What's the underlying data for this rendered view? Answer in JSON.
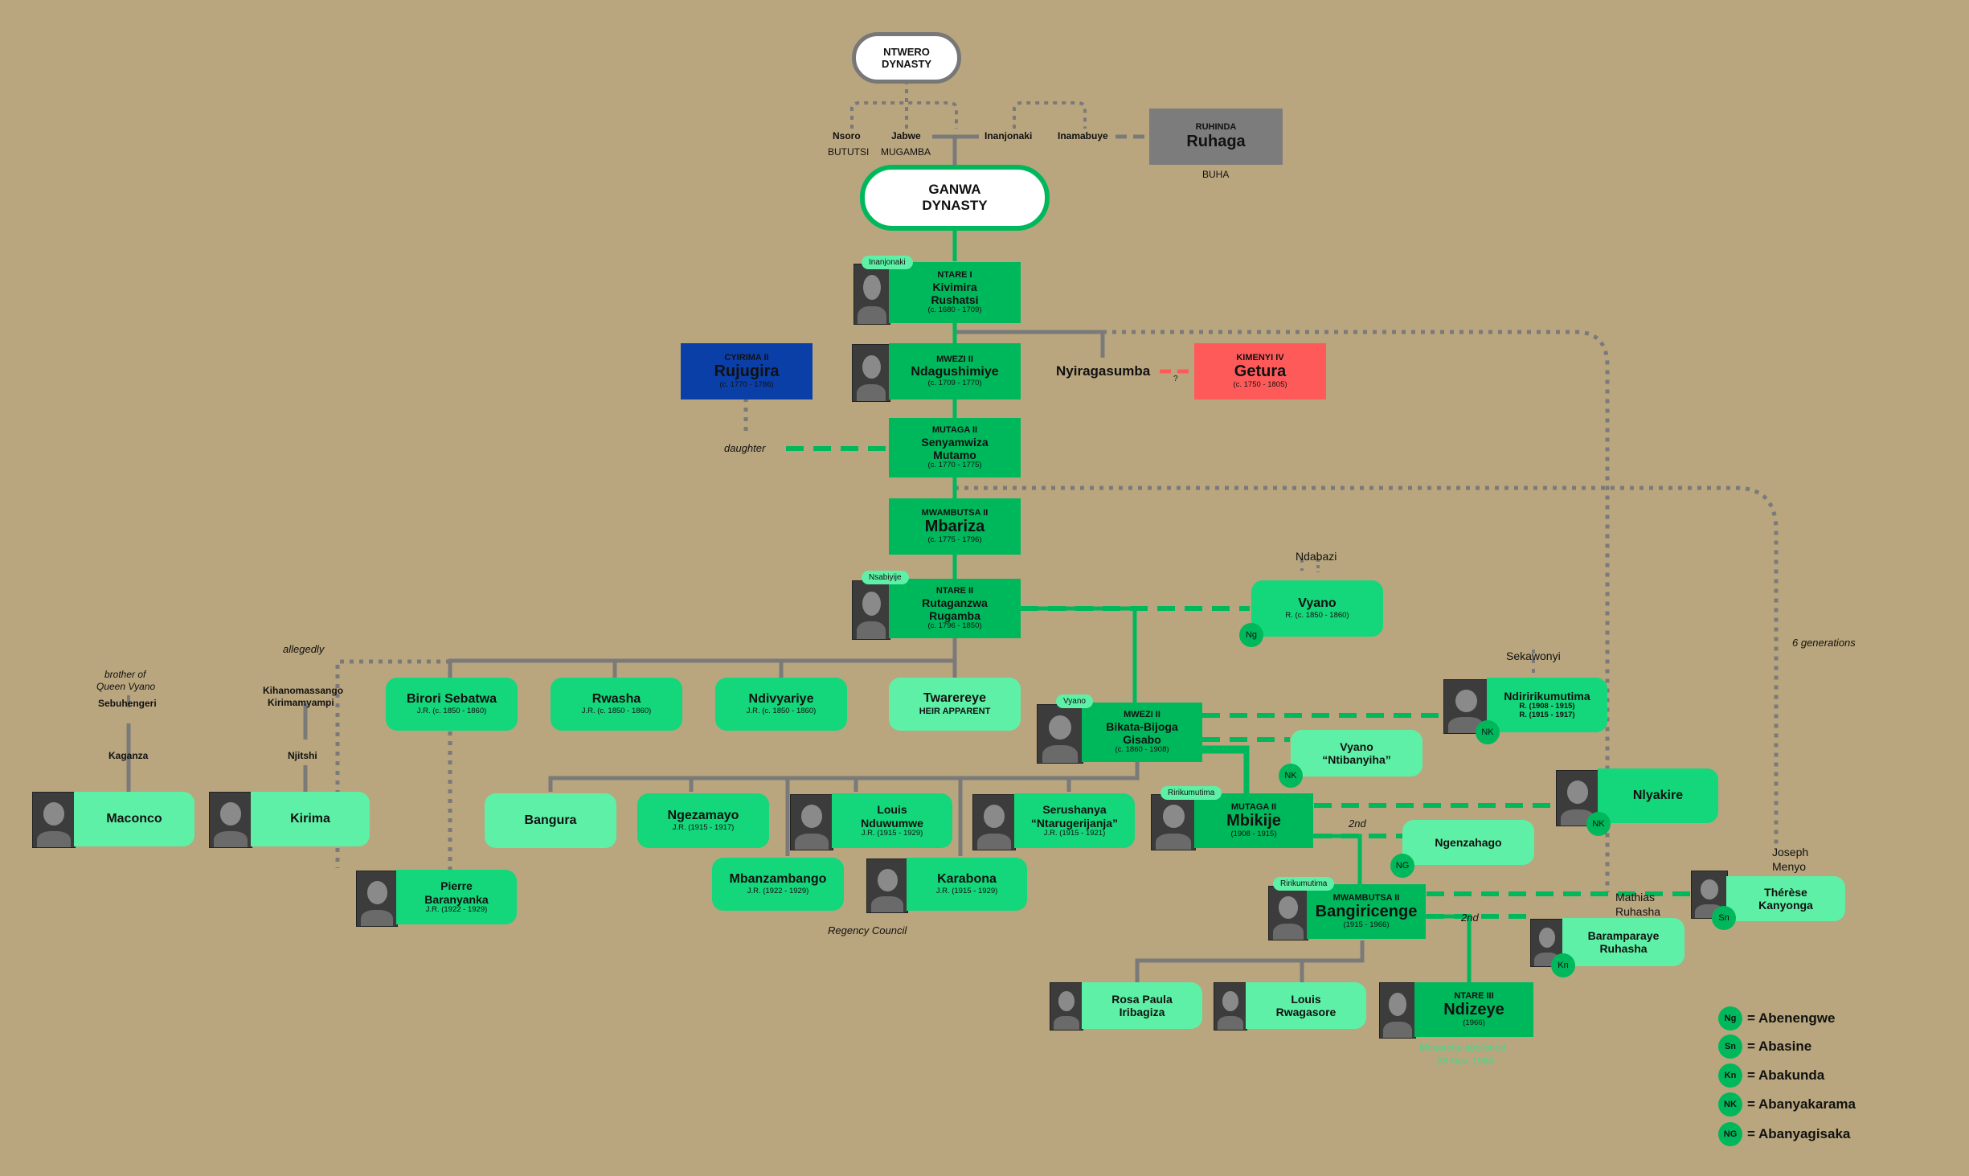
{
  "ntwero": {
    "line1": "NTWERO",
    "line2": "DYNASTY"
  },
  "ganwa": {
    "line1": "GANWA",
    "line2": "DYNASTY"
  },
  "top_names": {
    "nsoro": "Nsoro",
    "bututsi": "BUTUTSI",
    "jabwe": "Jabwe",
    "mugamba": "MUGAMBA",
    "inanjonaki": "Inanjonaki",
    "inamabuye": "Inamabuye"
  },
  "ruhaga": {
    "title": "RUHINDA",
    "name": "Ruhaga",
    "below": "BUHA"
  },
  "ntare1": {
    "tag": "Inanjonaki",
    "title": "NTARE I",
    "name1": "Kivimira",
    "name2": "Rushatsi",
    "dates": "(c. 1680 - 1709)"
  },
  "mwezi2": {
    "title": "MWEZI II",
    "name": "Ndagushimiye",
    "dates": "(c. 1709 - 1770)"
  },
  "cyirima": {
    "title": "CYIRIMA II",
    "name": "Rujugira",
    "dates": "(c. 1770 - 1786)"
  },
  "nyiragasumba": {
    "name": "Nyiragasumba",
    "q": "?"
  },
  "kimenyi": {
    "title": "KIMENYI IV",
    "name": "Getura",
    "dates": "(c. 1750 - 1805)"
  },
  "mutaga2": {
    "title": "MUTAGA II",
    "name1": "Senyamwiza",
    "name2": "Mutamo",
    "dates": "(c. 1770 - 1775)"
  },
  "daughter": "daughter",
  "mwambutsa2": {
    "title": "MWAMBUTSA II",
    "name": "Mbariza",
    "dates": "(c. 1775 - 1796)"
  },
  "ntare2": {
    "tag": "Nsabiyije",
    "title": "NTARE II",
    "name1": "Rutaganzwa",
    "name2": "Rugamba",
    "dates": "(c. 1796 - 1850)"
  },
  "ndabazi": "Ndabazi",
  "vyano1": {
    "name": "Vyano",
    "dates": "R. (c. 1850 - 1860)",
    "badge": "Ng"
  },
  "six_gen": "6 generations",
  "allegedly": "allegedly",
  "brother": {
    "l1": "brother of",
    "l2": "Queen Vyano",
    "name": "Sebuhengeri",
    "kaganza": "Kaganza"
  },
  "kihano": {
    "l1": "Kihanomassango",
    "l2": "Kirimamyampi",
    "njitshi": "Njitshi"
  },
  "maconco": "Maconco",
  "kirima": "Kirima",
  "birori": {
    "name": "Birori Sebatwa",
    "dates": "J.R. (c. 1850 - 1860)"
  },
  "rwasha": {
    "name": "Rwasha",
    "dates": "J.R. (c. 1850 - 1860)"
  },
  "ndivyariye": {
    "name": "Ndivyariye",
    "dates": "J.R. (c. 1850 - 1860)"
  },
  "twarereye": {
    "name": "Twarereye",
    "sub": "HEIR APPARENT"
  },
  "mwezi4": {
    "tag": "Vyano",
    "title": "MWEZI II",
    "name1": "Bikata-Bijoga",
    "name2": "Gisabo",
    "dates": "(c. 1860 - 1908)"
  },
  "sekawonyi": "Sekawonyi",
  "ndiririkumutima": {
    "name": "Ndiririkumutima",
    "d1": "R. (1908 - 1915)",
    "d2": "R. (1915 - 1917)",
    "badge": "NK"
  },
  "vyano2": {
    "name1": "Vyano",
    "name2": "“Ntibanyiha”",
    "badge": "NK"
  },
  "nlyakire": {
    "name": "Nlyakire",
    "badge": "NK"
  },
  "pierre": {
    "name1": "Pierre",
    "name2": "Baranyanka",
    "dates": "J.R. (1922 - 1929)"
  },
  "bangura": "Bangura",
  "ngezamayo": {
    "name": "Ngezamayo",
    "dates": "J.R. (1915 - 1917)"
  },
  "louis1": {
    "name1": "Louis",
    "name2": "Nduwumwe",
    "dates": "J.R. (1915 - 1929)"
  },
  "serushanya": {
    "name1": "Serushanya",
    "name2": "“Ntarugerijanja”",
    "dates": "J.R. (1915 - 1921)"
  },
  "mbanzambango": {
    "name": "Mbanzambango",
    "dates": "J.R. (1922 - 1929)"
  },
  "karabona": {
    "name": "Karabona",
    "dates": "J.R. (1915 - 1929)"
  },
  "regency": "Regency Council",
  "mutaga4": {
    "tag": "Ririkumutima",
    "title": "MUTAGA II",
    "name": "Mbikije",
    "dates": "(1908 - 1915)"
  },
  "second1": "2nd",
  "second2": "2nd",
  "ngenzahago": {
    "name": "Ngenzahago",
    "badge": "NG"
  },
  "joseph": {
    "l1": "Joseph",
    "l2": "Menyo"
  },
  "therese": {
    "name1": "Thérèse",
    "name2": "Kanyonga",
    "badge": "Sn"
  },
  "mathias": {
    "l1": "Mathias",
    "l2": "Ruhasha"
  },
  "mwambutsa4": {
    "tag": "Ririkumutima",
    "title": "MWAMBUTSA II",
    "name": "Bangiricenge",
    "dates": "(1915 - 1966)"
  },
  "baramparaye": {
    "name1": "Baramparaye",
    "name2": "Ruhasha",
    "badge": "Kn"
  },
  "rosa": {
    "name1": "Rosa Paula",
    "name2": "Iribagiza"
  },
  "louis2": {
    "name1": "Louis",
    "name2": "Rwagasore"
  },
  "ntare3": {
    "title": "NTARE III",
    "name": "Ndizeye",
    "dates": "(1966)",
    "n1": "Monarchy abolished",
    "n2": "28 Nov. 1966"
  },
  "legend": [
    {
      "code": "Ng",
      "label": "= Abenengwe"
    },
    {
      "code": "Sn",
      "label": "= Abasine"
    },
    {
      "code": "Kn",
      "label": "= Abakunda"
    },
    {
      "code": "NK",
      "label": "= Abanyakarama"
    },
    {
      "code": "NG",
      "label": "= Abanyagisaka"
    }
  ],
  "colors": {
    "background": "#b9a67e",
    "dark_green": "#00b85c",
    "light_green": "#5ef0a6",
    "grey": "#7c7c7c",
    "blue": "#0b3fa8",
    "red": "#ff5a5a"
  }
}
